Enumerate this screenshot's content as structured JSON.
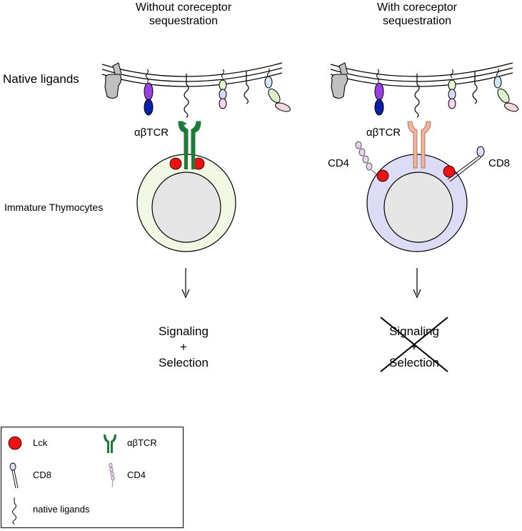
{
  "panels": {
    "left": {
      "title_line1": "Without coreceptor",
      "title_line2": "sequestration",
      "tcr_label": "αβTCR",
      "outcome_line1": "Signaling",
      "outcome_line2": "+",
      "outcome_line3": "Selection"
    },
    "right": {
      "title_line1": "With coreceptor",
      "title_line2": "sequestration",
      "tcr_label": "αβTCR",
      "cd4_label": "CD4",
      "cd8_label": "CD8",
      "outcome_line1": "Signaling",
      "outcome_line2": "+",
      "outcome_line3": "Selection"
    }
  },
  "row_labels": {
    "native_ligands": "Native ligands",
    "thymocytes": "Immature Thymocytes"
  },
  "legend": {
    "lck": "Lck",
    "tcr": "αβTCR",
    "cd8": "CD8",
    "cd4": "CD4",
    "native_ligands": "native ligands"
  },
  "colors": {
    "lck": "#ee1111",
    "tcr_left": "#1e7a3a",
    "tcr_right": "#f2b49a",
    "cell_left": "#f1f8e4",
    "cell_right": "#dcdcf6",
    "nucleus": "#e6e6e6",
    "ligand_grey": "#c0c0c0",
    "ligand_purple": "#9b3fe0",
    "ligand_navy": "#0a1ea8"
  }
}
